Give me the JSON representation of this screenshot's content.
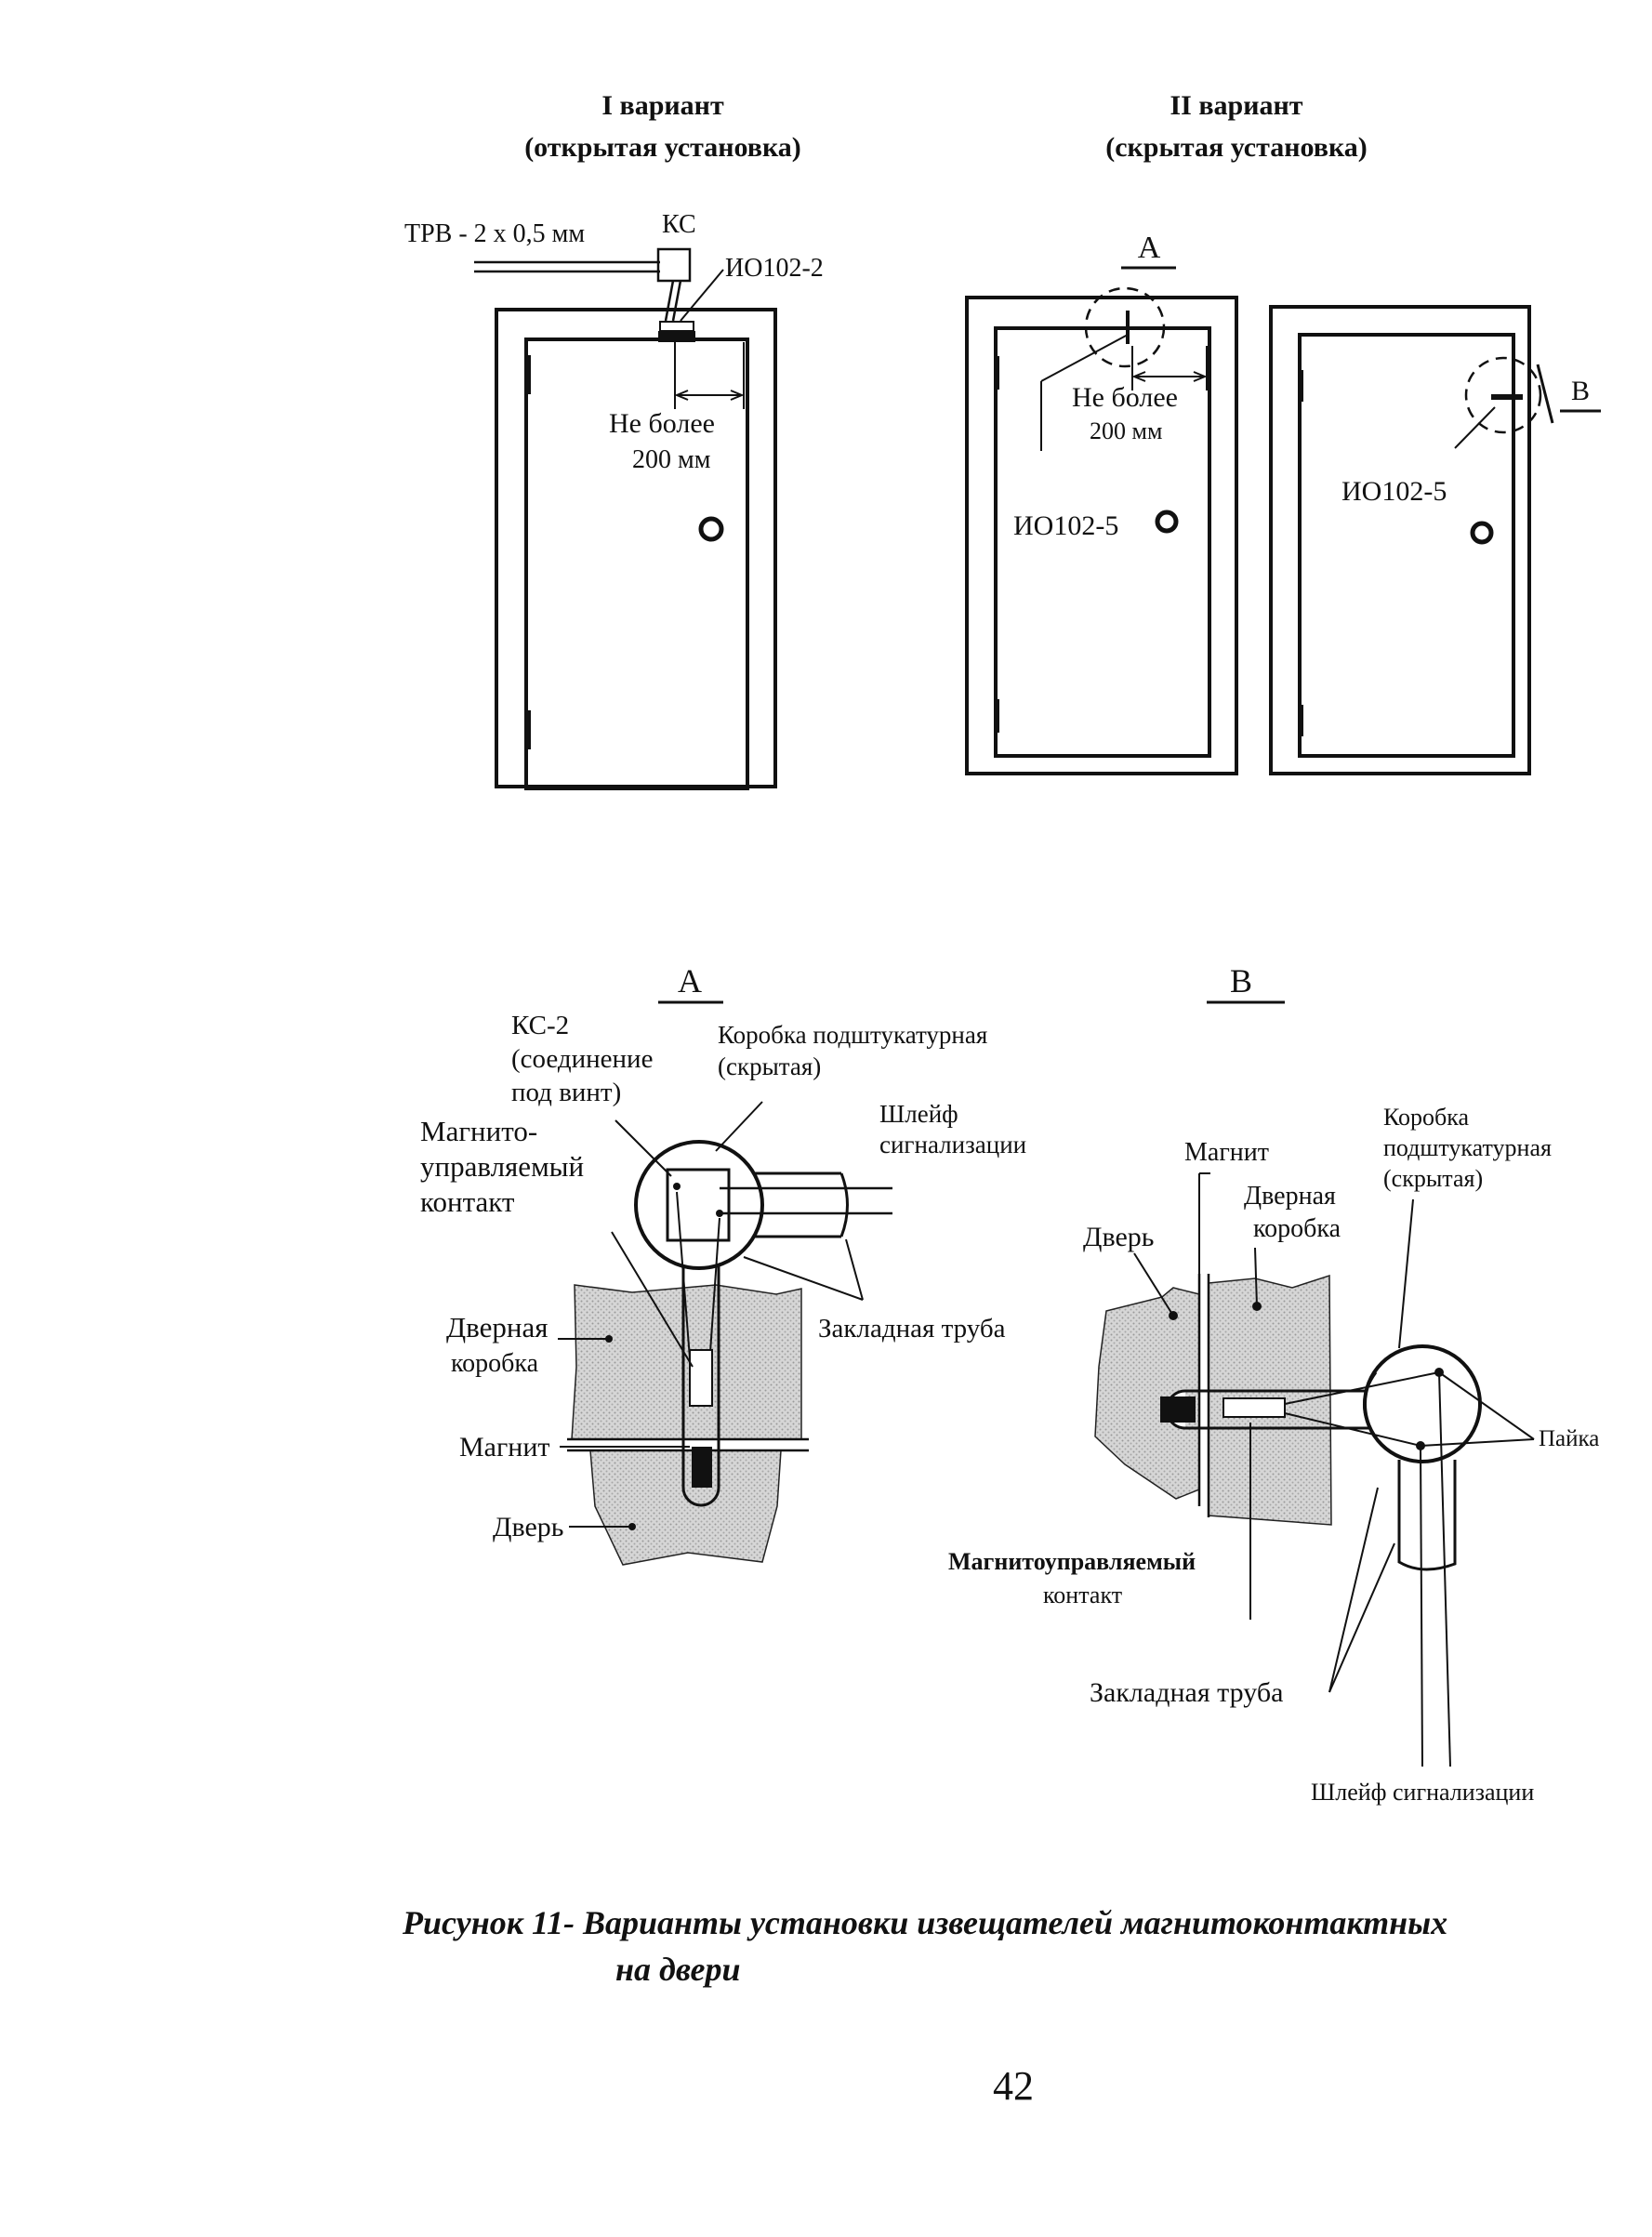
{
  "variant1": {
    "heading": "I вариант",
    "subheading": "(открытая установка)",
    "wire_label": "ТРВ - 2 х 0,5 мм",
    "connector_label": "КС",
    "sensor_label": "ИО102-2",
    "distance_line1": "Не более",
    "distance_line2": "200 мм"
  },
  "variant2": {
    "heading": "II вариант",
    "subheading": "(скрытая установка)",
    "callout_a": "А",
    "callout_b": "В",
    "distance_line1": "Не более",
    "distance_line2": "200 мм",
    "sensor_label_left": "ИО102-5",
    "sensor_label_right": "ИО102-5"
  },
  "detail_a": {
    "title": "А",
    "ks2_line1": "КС-2",
    "ks2_line2": "(соединение",
    "ks2_line3": "под винт)",
    "box_line1": "Коробка подштукатурная",
    "box_line2": "(скрытая)",
    "loop_line1": "Шлейф",
    "loop_line2": "сигнализации",
    "contact_line1": "Магнито-",
    "contact_line2": "управляемый",
    "contact_line3": "контакт",
    "frame_line1": "Дверная",
    "frame_line2": "коробка",
    "pipe": "Закладная труба",
    "magnet": "Магнит",
    "door": "Дверь"
  },
  "detail_b": {
    "title": "В",
    "magnet": "Магнит",
    "frame_line1": "Дверная",
    "frame_line2": "коробка",
    "box_line1": "Коробка",
    "box_line2": "подштукатурная",
    "box_line3": "(скрытая)",
    "door": "Дверь",
    "solder": "Пайка",
    "contact_line1": "Магнитоуправляемый",
    "contact_line2": "контакт",
    "pipe": "Закладная труба",
    "loop": "Шлейф сигнализации"
  },
  "caption": {
    "line1": "Рисунок 11- Варианты установки извещателей магнитоконтактных",
    "line2": "на двери"
  },
  "page_number": "42",
  "colors": {
    "ink": "#111111",
    "hatch": "#b9b9b9",
    "paper": "#ffffff"
  }
}
